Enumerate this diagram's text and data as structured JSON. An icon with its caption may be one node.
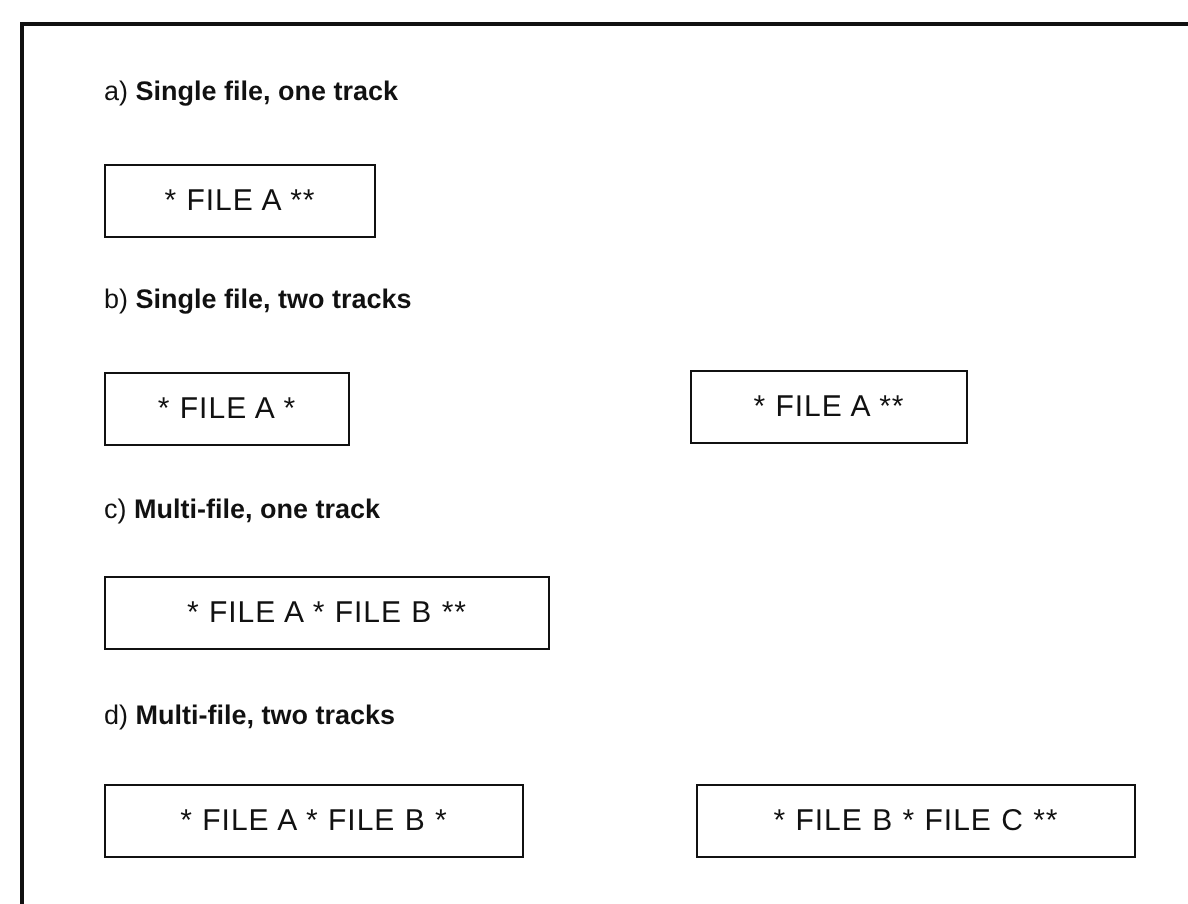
{
  "diagram": {
    "nodes": [
      {
        "text": [
          "* FILE A **"
        ]
      },
      {
        "text": [
          "* FILE A *"
        ]
      },
      {
        "text": [
          "* FILE A **"
        ]
      },
      {
        "text": [
          "* FILE A * FILE B **"
        ]
      },
      {
        "text": [
          "* FILE A * FILE B *"
        ]
      },
      {
        "text": [
          "* FILE B * FILE C **"
        ]
      }
    ],
    "labels": [
      "a) **Single file, one track**",
      "b) **Single file, two tracks**",
      "c) **Multi-file, one track**",
      "d) **Multi-file, two tracks**"
    ]
  }
}
